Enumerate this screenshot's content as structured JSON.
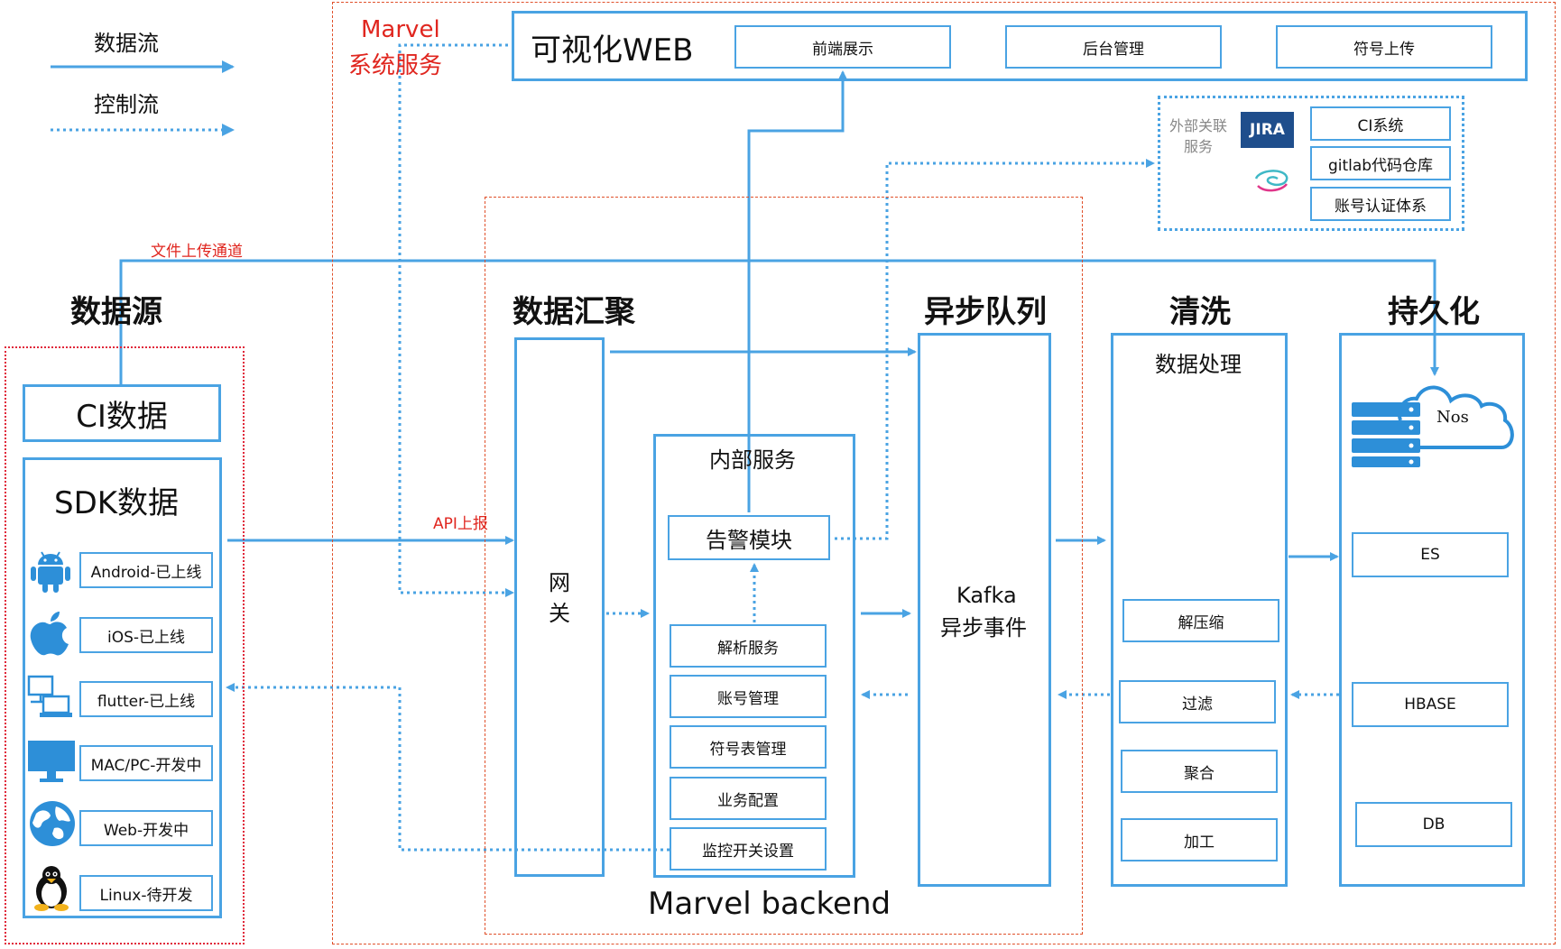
{
  "legend": {
    "data_flow": "数据流",
    "control_flow": "控制流"
  },
  "marvel_service": {
    "line1": "Marvel",
    "line2": "系统服务"
  },
  "web": {
    "title": "可视化WEB",
    "items": [
      "前端展示",
      "后台管理",
      "符号上传"
    ]
  },
  "external": {
    "label_line1": "外部关联",
    "label_line2": "服务",
    "jira_text": "JIRA",
    "items": [
      "CI系统",
      "gitlab代码仓库",
      "账号认证体系"
    ]
  },
  "file_upload_channel": "文件上传通道",
  "api_report": "API上报",
  "columns": {
    "source": "数据源",
    "aggregate": "数据汇聚",
    "queue": "异步队列",
    "clean": "清洗",
    "persist": "持久化"
  },
  "source": {
    "ci": "CI数据",
    "sdk": "SDK数据",
    "platforms": [
      {
        "label": "Android-已上线",
        "icon": "android-icon"
      },
      {
        "label": "iOS-已上线",
        "icon": "apple-icon"
      },
      {
        "label": "flutter-已上线",
        "icon": "computers-icon"
      },
      {
        "label": "MAC/PC-开发中",
        "icon": "monitor-icon"
      },
      {
        "label": "Web-开发中",
        "icon": "globe-icon"
      },
      {
        "label": "Linux-待开发",
        "icon": "linux-penguin-icon"
      }
    ]
  },
  "gateway": {
    "line1": "网",
    "line2": "关"
  },
  "internal": {
    "title": "内部服务",
    "alarm": "告警模块",
    "items": [
      "解析服务",
      "账号管理",
      "符号表管理",
      "业务配置",
      "监控开关设置"
    ]
  },
  "backend_label": "Marvel backend",
  "kafka": {
    "line1": "Kafka",
    "line2": "异步事件"
  },
  "processing": {
    "title": "数据处理",
    "items": [
      "解压缩",
      "过滤",
      "聚合",
      "加工"
    ]
  },
  "persistence": {
    "nos": "Nos",
    "items": [
      "ES",
      "HBASE",
      "DB"
    ]
  },
  "colors": {
    "flow_blue": "#4aa3e3",
    "red_label": "#e0261f",
    "jira_bg": "#1f4e8c"
  }
}
